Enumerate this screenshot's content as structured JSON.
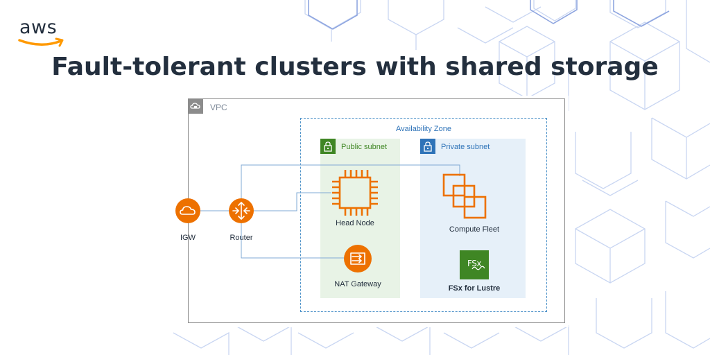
{
  "brand": {
    "logo_text": "aws",
    "smile_color": "#ff9900",
    "text_color": "#232f3e"
  },
  "title": "Fault-tolerant clusters with shared storage",
  "diagram": {
    "vpc_label": "VPC",
    "az_label": "Availability Zone",
    "public_subnet_label": "Public subnet",
    "private_subnet_label": "Private subnet",
    "nodes": {
      "igw": "IGW",
      "router": "Router",
      "head_node": "Head Node",
      "nat_gateway": "NAT Gateway",
      "compute_fleet": "Compute Fleet",
      "fsx": "FSx for Lustre",
      "fsx_icon_text": "FSx"
    },
    "colors": {
      "orange": "#ed7100",
      "public_green": "#3f8624",
      "private_blue": "#2e73b8",
      "line_blue": "#7fa8d4",
      "vpc_gray": "#8c8c8c"
    }
  }
}
